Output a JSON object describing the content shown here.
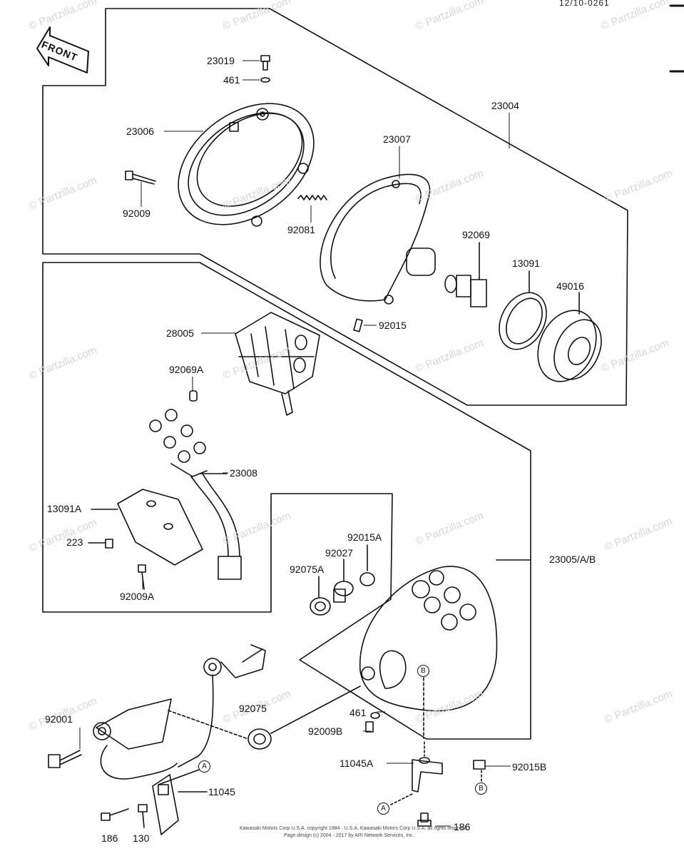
{
  "diagram_code": "12/10-0261",
  "front_label": "FRONT",
  "watermark": "© Partzilla.com",
  "footer": {
    "line1": "Kawasaki Motors Corp U.S.A. copyright 1984 · U.S.A.  Kawasaki Motors Corp U.S.A.  all rights reserved",
    "line2": "Page design (c) 2004 - 2017 by ARI Network Services, Inc."
  },
  "parts": {
    "p23019": "23019",
    "p461_top": "461",
    "p23006": "23006",
    "p23004": "23004",
    "p23007": "23007",
    "p92009": "92009",
    "p92081": "92081",
    "p92069": "92069",
    "p13091": "13091",
    "p49016": "49016",
    "p92015": "92015",
    "p28005": "28005",
    "p92069A": "92069A",
    "p23008": "23008",
    "p13091A": "13091A",
    "p223": "223",
    "p92009A": "92009A",
    "p92015A": "92015A",
    "p92027": "92027",
    "p92075A": "92075A",
    "p23005AB": "23005/A/B",
    "p92001": "92001",
    "p92075": "92075",
    "p461_bottom": "461",
    "p92009B": "92009B",
    "p11045A": "11045A",
    "p92015B": "92015B",
    "p11045": "11045",
    "p186_left": "186",
    "p130": "130",
    "p186_right": "186"
  },
  "refs": {
    "A": "A",
    "B": "B"
  }
}
